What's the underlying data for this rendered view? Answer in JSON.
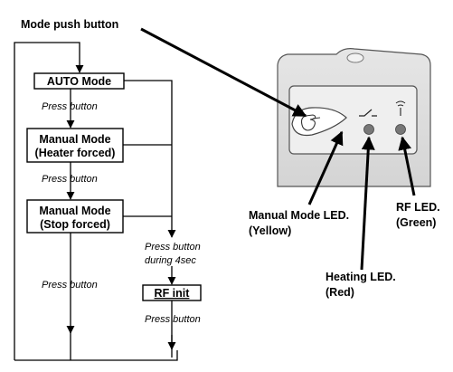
{
  "callouts": {
    "mode_push_button": "Mode push button",
    "manual_mode_led": [
      "Manual Mode LED.",
      "(Yellow)"
    ],
    "rf_led": [
      "RF LED.",
      "(Green)"
    ],
    "heating_led": [
      "Heating LED.",
      "(Red)"
    ]
  },
  "flowchart": {
    "auto_mode": "AUTO Mode",
    "manual_heater": [
      "Manual Mode",
      "(Heater forced)"
    ],
    "manual_stop": [
      "Manual Mode",
      "(Stop forced)"
    ],
    "rf_init": "RF init",
    "press_button": "Press button",
    "press_button_4sec": [
      "Press button",
      "during 4sec"
    ]
  },
  "colors": {
    "device_body": "#dedede",
    "device_panel": "#eeeeee",
    "line": "#000000"
  },
  "icons": {
    "mode_button": "hand-press-icon",
    "heating": "switch-symbol-icon",
    "rf": "antenna-icon"
  }
}
